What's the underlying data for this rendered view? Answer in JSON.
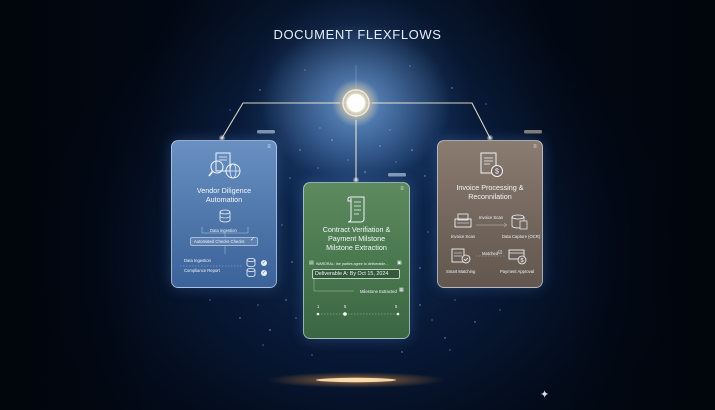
{
  "title": "DOCUMENT FLEXFLOWS",
  "colors": {
    "background": "#050d1c",
    "card_blue": "#5a82b6",
    "card_green": "#4f7d52",
    "card_brown": "#7c6f64",
    "glow": "#fff6dd"
  },
  "cards": {
    "vendor": {
      "title_line1": "Vendor Diligence",
      "title_line2": "Automation",
      "icon": "magnifier-document-globe-icon",
      "flow": {
        "step1": "Data ingestion",
        "step2": "Automated Checks Checks",
        "step3": "Data Ingestion",
        "step4": "Compliance Report"
      }
    },
    "contract": {
      "title_line1": "Contract Verifiation &",
      "title_line2": "Payment Milstone",
      "title_line3": "Milstone Extraction",
      "icon": "scroll-document-icon",
      "clause": "WARDRAL: the parties agree to deliverable...",
      "deliverable": "Deliverable A: By Oct 15, 2024",
      "milestone": "Milestone Extracted",
      "timeline": [
        "1",
        "5",
        "5"
      ]
    },
    "invoice": {
      "title_line1": "Invoice Processing &",
      "title_line2": "Reconnilation",
      "icon": "invoice-dollar-icon",
      "flow": {
        "scan_arrow": "Invoice Scan",
        "scan": "Invoice Scan",
        "capture": "Data Capture (OCR)",
        "matched": "Matched",
        "smart": "Smart Matching",
        "approval": "Payment Approval"
      }
    }
  }
}
